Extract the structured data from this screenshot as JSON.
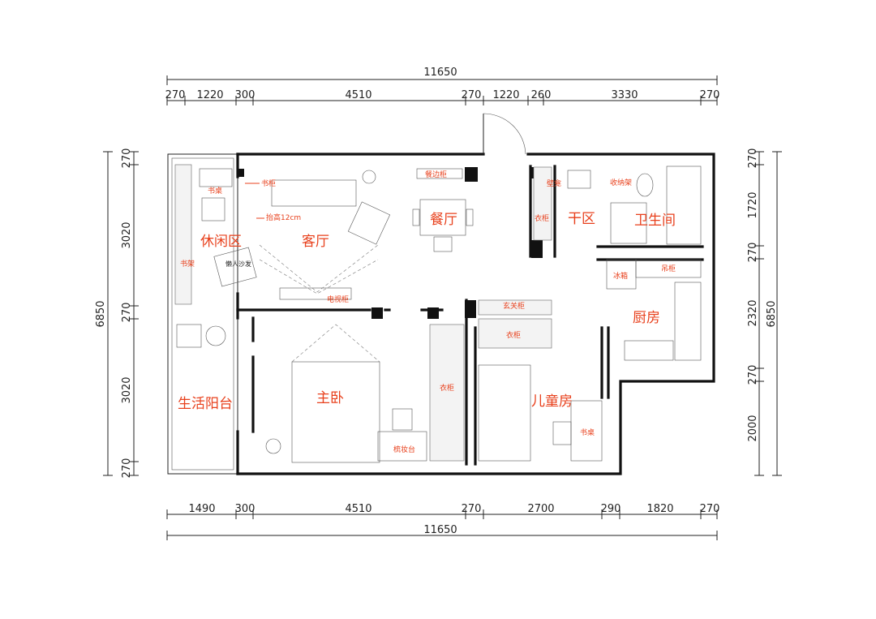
{
  "dims": {
    "top_total": "11650",
    "top": [
      "270",
      "1220",
      "300",
      "4510",
      "270",
      "1220",
      "260",
      "3330",
      "270"
    ],
    "bottom_total": "11650",
    "bottom": [
      "1490",
      "300",
      "4510",
      "270",
      "2700",
      "290",
      "1820",
      "270"
    ],
    "left_total": "6850",
    "left": [
      "270",
      "3020",
      "270",
      "3020",
      "270"
    ],
    "right_total": "6850",
    "right": [
      "270",
      "1720",
      "270",
      "2320",
      "270",
      "2000"
    ]
  },
  "rooms": {
    "leisure": "休闲区",
    "living": "客厅",
    "dining": "餐厅",
    "dry_area": "干区",
    "bathroom": "卫生间",
    "kitchen": "厨房",
    "balcony": "生活阳台",
    "master": "主卧",
    "kids": "儿童房"
  },
  "labels": {
    "desk": "书桌",
    "bookcase": "书柜",
    "raise": "抬高12cm",
    "shelf": "书架",
    "lazy_sofa": "懒人沙发",
    "sideboard": "餐边柜",
    "tv_cabinet": "电视柜",
    "wardrobe_dry": "衣柜",
    "cabinet_dry": "壁龛",
    "storage_rack": "收纳架",
    "fridge": "冰箱",
    "hanging_cabinet": "吊柜",
    "entry_cabinet": "玄关柜",
    "wardrobe_hall": "衣柜",
    "wardrobe_master": "衣柜",
    "dresser": "梳妆台",
    "kids_desk": "书桌"
  }
}
